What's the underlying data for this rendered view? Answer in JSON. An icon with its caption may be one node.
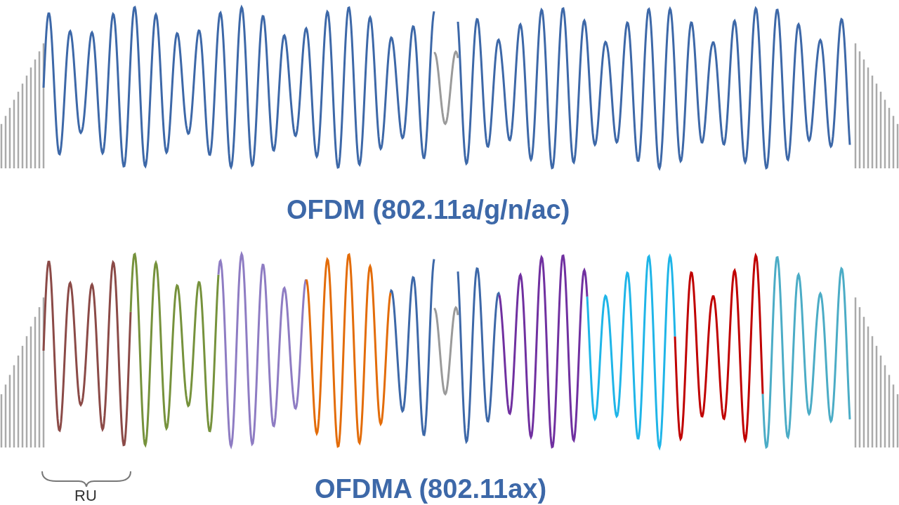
{
  "diagram": {
    "labels": [
      "OFDM (802.11a/g/n/ac)",
      "OFDMA (802.11ax)",
      "RU"
    ]
  }
}
